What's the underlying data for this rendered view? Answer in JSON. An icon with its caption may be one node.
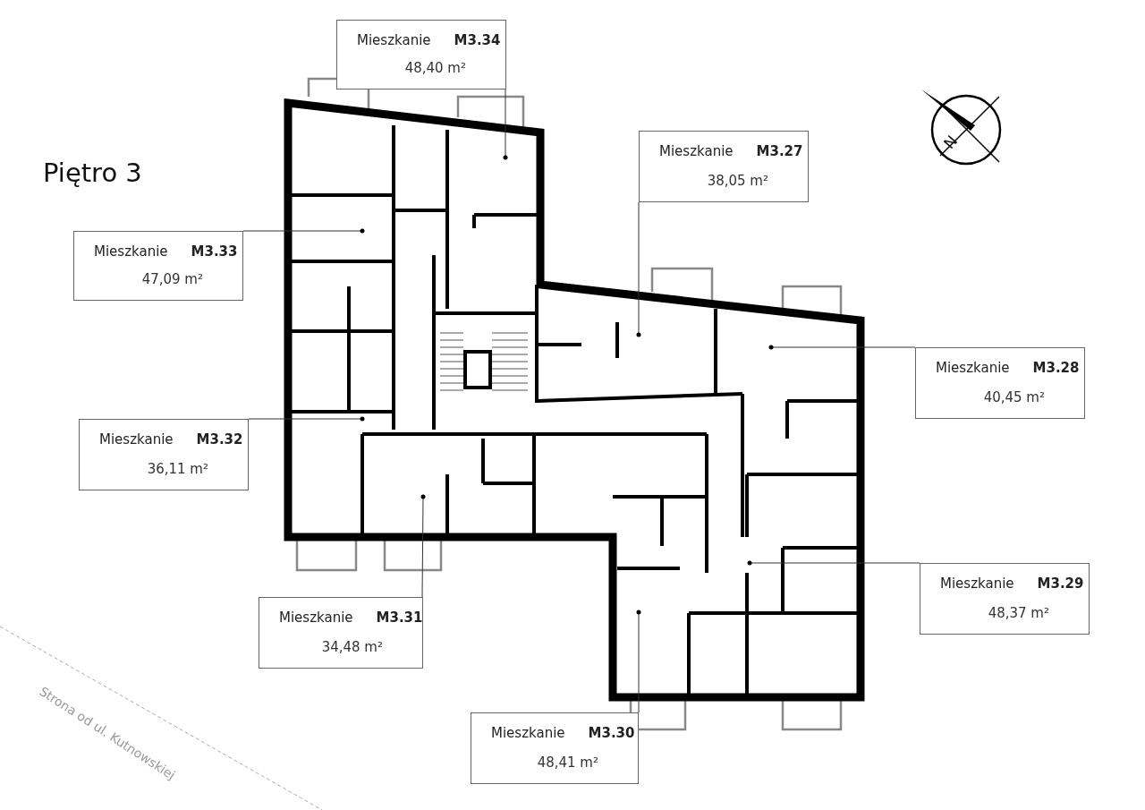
{
  "diagram": {
    "title": "Piętro 3",
    "nodes": [
      {
        "text": [
          "Mieszkanie",
          "M3.34",
          "48,40 m²"
        ]
      },
      {
        "text": [
          "Mieszkanie",
          "M3.27",
          "38,05 m²"
        ]
      },
      {
        "text": [
          "Mieszkanie",
          "M3.33",
          "47,09 m²"
        ]
      },
      {
        "text": [
          "Mieszkanie",
          "M3.28",
          "40,45 m²"
        ]
      },
      {
        "text": [
          "Mieszkanie",
          "M3.32",
          "36,11 m²"
        ]
      },
      {
        "text": [
          "Mieszkanie",
          "M3.31",
          "34,48 m²"
        ]
      },
      {
        "text": [
          "Mieszkanie",
          "M3.29",
          "48,37 m²"
        ]
      },
      {
        "text": [
          "Mieszkanie",
          "M3.30",
          "48,41 m²"
        ]
      }
    ],
    "edges": [
      {
        "from": 0,
        "to": null,
        "arrow": "other"
      },
      {
        "from": 1,
        "to": null,
        "arrow": "other"
      },
      {
        "from": 2,
        "to": null,
        "arrow": "other"
      },
      {
        "from": 3,
        "to": null,
        "arrow": "other"
      },
      {
        "from": 4,
        "to": null,
        "arrow": "other"
      },
      {
        "from": 5,
        "to": null,
        "arrow": "other"
      },
      {
        "from": 6,
        "to": null,
        "arrow": "other"
      },
      {
        "from": 7,
        "to": null,
        "arrow": "other"
      }
    ],
    "labels": [
      "N",
      "Strona od ul. Kutnowskiej"
    ]
  }
}
